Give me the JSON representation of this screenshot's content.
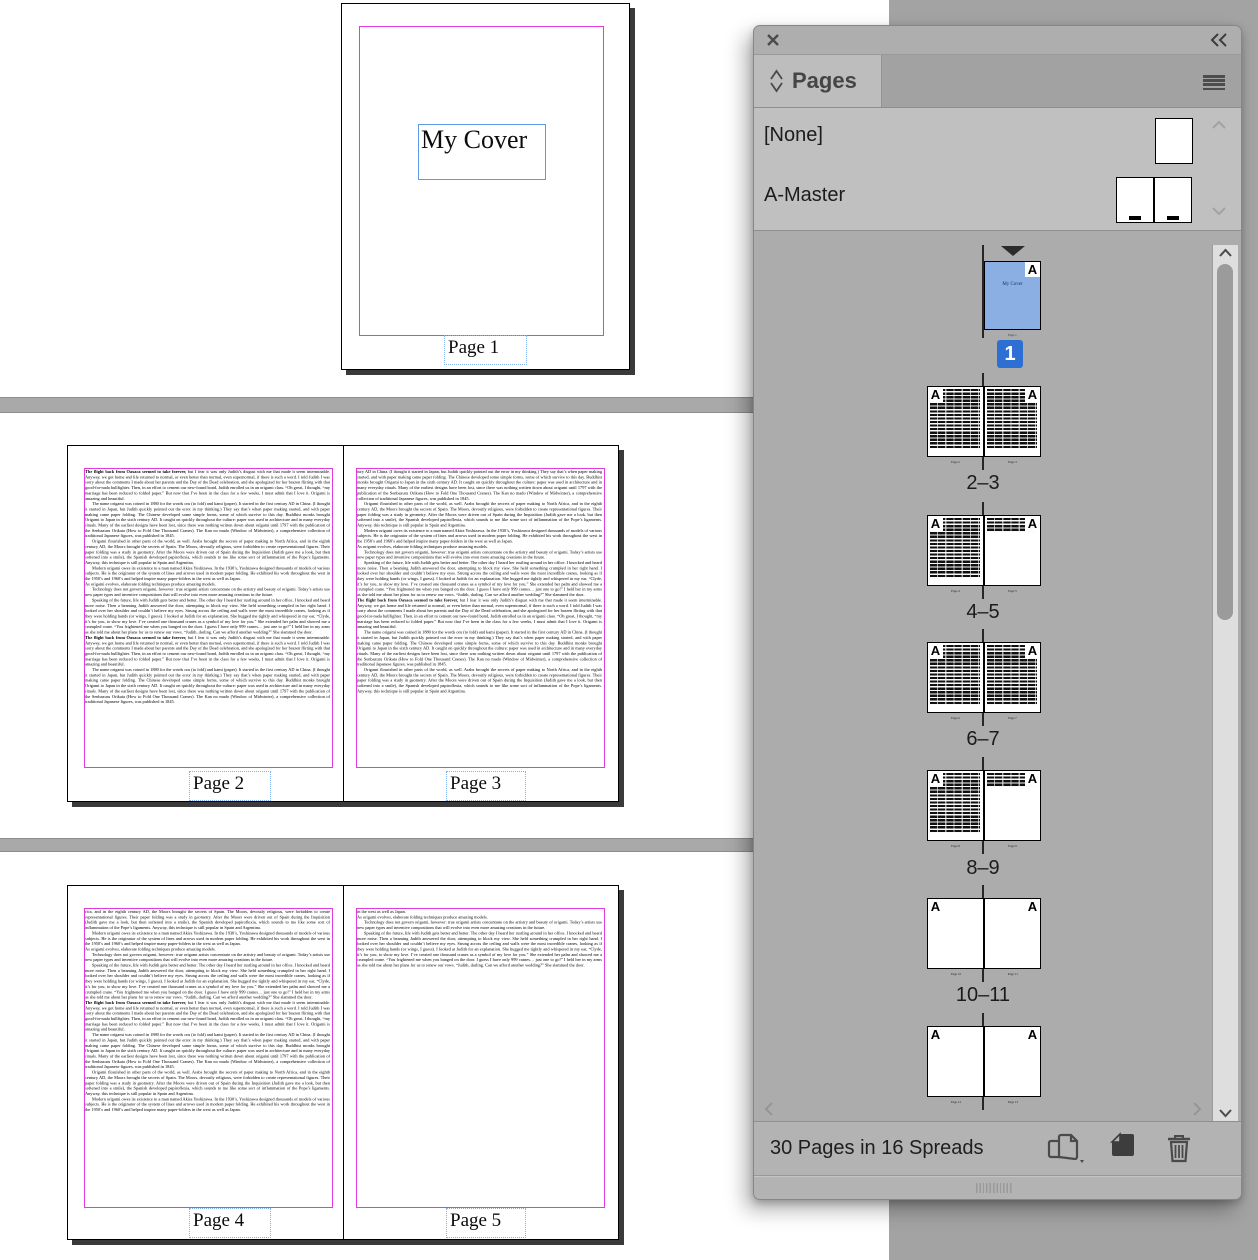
{
  "panel": {
    "tab_title": "Pages",
    "masters": [
      {
        "name": "[None]"
      },
      {
        "name": "A-Master"
      }
    ],
    "spreads": [
      {
        "label": "1",
        "badge": "1",
        "current": true,
        "pages": [
          {
            "caption": "Page 1",
            "content": "cover",
            "corner": "A",
            "corner_pos": "right",
            "cover_title": "My Cover"
          }
        ]
      },
      {
        "label": "2–3",
        "pages": [
          {
            "caption": "Page 2",
            "content": "text-full",
            "corner": "A",
            "corner_pos": "left"
          },
          {
            "caption": "Page 3",
            "content": "text-full",
            "corner": "A",
            "corner_pos": "right"
          }
        ]
      },
      {
        "label": "4–5",
        "pages": [
          {
            "caption": "Page 4",
            "content": "text-full",
            "corner": "A",
            "corner_pos": "left"
          },
          {
            "caption": "Page 5",
            "content": "text-top",
            "corner": "A",
            "corner_pos": "right"
          }
        ]
      },
      {
        "label": "6–7",
        "pages": [
          {
            "caption": "Page 6",
            "content": "text-full",
            "corner": "A",
            "corner_pos": "left"
          },
          {
            "caption": "Page 7",
            "content": "text-full",
            "corner": "A",
            "corner_pos": "right"
          }
        ]
      },
      {
        "label": "8–9",
        "pages": [
          {
            "caption": "Page 8",
            "content": "text-full",
            "corner": "A",
            "corner_pos": "left"
          },
          {
            "caption": "Page 9",
            "content": "text-top",
            "corner": "A",
            "corner_pos": "right"
          }
        ]
      },
      {
        "label": "10–11",
        "pages": [
          {
            "caption": "Page 10",
            "content": "empty",
            "corner": "A",
            "corner_pos": "left"
          },
          {
            "caption": "Page 11",
            "content": "empty",
            "corner": "A",
            "corner_pos": "right"
          }
        ]
      },
      {
        "label": "",
        "pages": [
          {
            "caption": "Page 12",
            "content": "empty",
            "corner": "A",
            "corner_pos": "left"
          },
          {
            "caption": "Page 13",
            "content": "empty",
            "corner": "A",
            "corner_pos": "right"
          }
        ]
      }
    ],
    "status": "30 Pages in 16 Spreads"
  },
  "document": {
    "pages": [
      {
        "caption": "Page 1",
        "title": "My Cover"
      },
      {
        "caption": "Page 2",
        "flow": {
          "lead": "",
          "seq": [
            0,
            1,
            2,
            3,
            4,
            5,
            6,
            0,
            1
          ]
        }
      },
      {
        "caption": "Page 3",
        "flow": {
          "lead": "tury AD in China. (I thought it started in Japan, but Judith quickly pointed out the error in my thinking.) They say that’s when paper making started, and with paper making came paper folding. The Chinese developed some simple forms, some of which survive to this day. Buddhist monks brought Origami to Japan in the sixth century AD. It caught on quickly throughout the culture: paper was used in architecture and in many everyday rituals. Many of the earliest designs have been lost, since there was nothing written down about origami until 1797 with the publication of the Senbazuru Orikata (How to Fold One Thousand Cranes). The Kan no mado (Window of Midwinter), a comprehensive collection of traditional Japanese figures, was published in 1845.",
          "seq": [
            2,
            3,
            4,
            5,
            6,
            0,
            1,
            2
          ]
        }
      },
      {
        "caption": "Page 4",
        "flow": {
          "lead": "rica, and in the eighth century AD, the Moors brought the secrets of Spain. The Moors, devoutly religious, were forbidden to create representational figures. Their paper folding was a study in geometry. After the Moors were driven out of Spain during the Inquisition (Judith gave me a look, but then softened into a smile), the Spanish developed papiroflexia, which sounds to me like some sort of inflammation of the Pope’s ligaments. Anyway, this technique is still popular in Spain and Argentina.",
          "seq": [
            3,
            4,
            5,
            6,
            0,
            1,
            2,
            3
          ]
        }
      },
      {
        "caption": "Page 5",
        "flow": {
          "lead": "in the west as well as Japan.",
          "seq": [
            4,
            5,
            6
          ]
        }
      }
    ]
  },
  "story": [
    {
      "indent": false,
      "b": "The flight back from Oaxaca seemed to take forever,",
      "t": " but I fear it was only Judith’s disgust with me that made it seem interminable. Anyway, we got home and life returned to normal, or even better than normal, even supernormal, if there is such a word. I told Judith I was sorry about the comments I made about her parents and the Day of the Dead celebration, and she apologized for her brazen flirting with that good-for-nada bullfighter. Then, in an effort to cement our new-found bond, Judith enrolled us in an origami class. “Oh great, I thought, “my marriage has been reduced to folded paper.” But now that I’ve been in the class for a few weeks, I must admit that I love it. Origami is amazing and beautiful."
    },
    {
      "indent": true,
      "b": "",
      "t": "The name origami was coined in 1880 for the words oru (to fold) and kami (paper). It started in the first century AD in China. (I thought it started in Japan, but Judith quickly pointed out the error in my thinking.) They say that’s when paper making started, and with paper making came paper folding. The Chinese developed some simple forms, some of which survive to this day. Buddhist monks brought Origami to Japan in the sixth century AD. It caught on quickly throughout the culture: paper was used in architecture and in many everyday rituals. Many of the earliest designs have been lost, since there was nothing written down about origami until 1797 with the publication of the Senbazuru Orikata (How to Fold One Thousand Cranes). The Kan no mado (Window of Midwinter), a comprehensive collection of traditional Japanese figures, was published in 1845."
    },
    {
      "indent": true,
      "b": "",
      "t": "Origami flourished in other parts of the world, as well. Arabs brought the secrets of paper making to North Africa, and in the eighth century AD, the Moors brought the secrets of Spain. The Moors, devoutly religious, were forbidden to create representational figures. Their paper folding was a study in geometry. After the Moors were driven out of Spain during the Inquisition (Judith gave me a look, but then softened into a smile), the Spanish developed papiroflexia, which sounds to me like some sort of inflammation of the Pope’s ligaments. Anyway, this technique is still popular in Spain and Argentina."
    },
    {
      "indent": true,
      "b": "",
      "t": "Modern origami owes its existence to a man named Akira Yoshizawa. In the 1930’s, Yoshizawa designed thousands of models of various subjects. He is the originator of the system of lines and arrows used in modern paper folding. He exhibited his work throughout the west in the 1950’s and 1960’s and helped inspire many paper-folders in the west as well as Japan."
    },
    {
      "indent": false,
      "b": "",
      "t": "As origami evolves, elaborate folding techniques produce amazing models."
    },
    {
      "indent": true,
      "b": "",
      "t": "Technology does not govern origami, however: true origami artists concentrate on the artistry and beauty of origami. Today’s artists use new paper types and inventive compositions that will evolve into even more amazing creations in the future."
    },
    {
      "indent": true,
      "b": "",
      "t": "Speaking of the future, life with Judith gets better and better. The other day I heard her rustling around in her office. I knocked and heard more noise. Then a beaming Judith answered the door, attempting to block my view. She held something crumpled in her right hand. I looked over her shoulder and couldn’t believe my eyes. Strung across the ceiling and walls were the most incredible cranes, looking as if they were holding hands (or wings, I guess). I looked at Judith for an explanation. She hugged me tightly and whispered in my ear, “Clyde, it’s for you, to show my love. I’ve created one thousand cranes as a symbol of my love for you.” She extended her palm and showed me a crumpled crane. “You frightened me when you banged on the door. I guess I have only 999 cranes… just one to go!” I held her in my arms as she told me about her plans for us to renew our vows. “Judith, darling. Can we afford another wedding?” She slammed the door."
    }
  ]
}
